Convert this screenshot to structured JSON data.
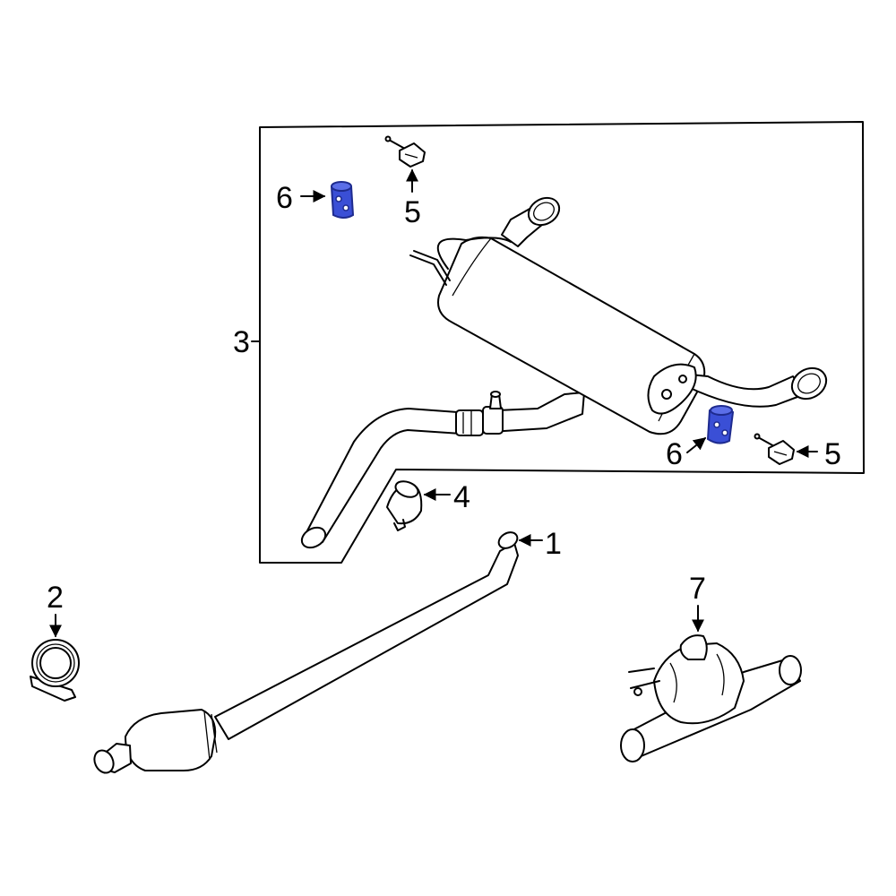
{
  "callouts": {
    "p1": "1",
    "p2": "2",
    "p3": "3",
    "p4": "4",
    "p5a": "5",
    "p5b": "5",
    "p6a": "6",
    "p6b": "6",
    "p7": "7"
  },
  "colors": {
    "line": "#000000",
    "highlight": "#3a4fd6",
    "highlight_dark": "#1e2b8f",
    "background": "#ffffff"
  }
}
